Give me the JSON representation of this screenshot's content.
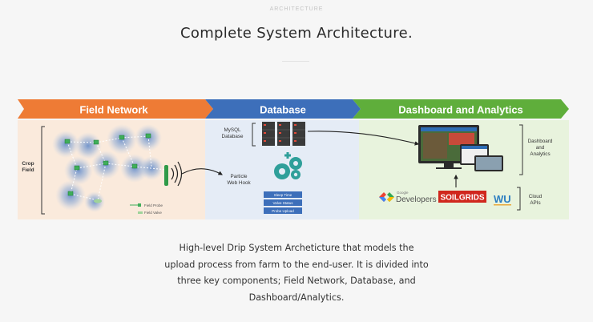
{
  "header": {
    "eyebrow": "ARCHITECTURE",
    "title": "Complete System Architecture."
  },
  "diagram": {
    "sections": [
      {
        "label": "Field Network",
        "color": "#ee7b35",
        "bg": "#faeadc"
      },
      {
        "label": "Database",
        "color": "#3d6fba",
        "bg": "#e5ecf6"
      },
      {
        "label": "Dashboard and Analytics",
        "color": "#5fae3b",
        "bg": "#e8f3dd"
      }
    ],
    "field": {
      "crop_label": [
        "Crop",
        "Field"
      ],
      "legend": {
        "probe": "Field Probe",
        "valve": "Field Valve"
      }
    },
    "database": {
      "mysql_label": [
        "MySQL",
        "Database"
      ],
      "webhook_label": [
        "Particle",
        "Web Hook"
      ],
      "data_fields": [
        "Sleep Time",
        "Valve Status",
        "Probe Upload"
      ]
    },
    "dashboard": {
      "dashboard_label": [
        "Dashboard",
        "and",
        "Analytics"
      ],
      "cloud_label": [
        "Cloud",
        "APIs"
      ],
      "logos": {
        "google_small": "Google",
        "google_big": "Developers",
        "soilgrids": "SOILGRIDS",
        "wu": "WU"
      }
    }
  },
  "caption": {
    "lines": [
      "High-level Drip System Archeticture that models the",
      "upload process from farm to the end-user. It is divided into",
      "three key components; Field Network, Database, and",
      "Dashboard/Analytics."
    ]
  }
}
